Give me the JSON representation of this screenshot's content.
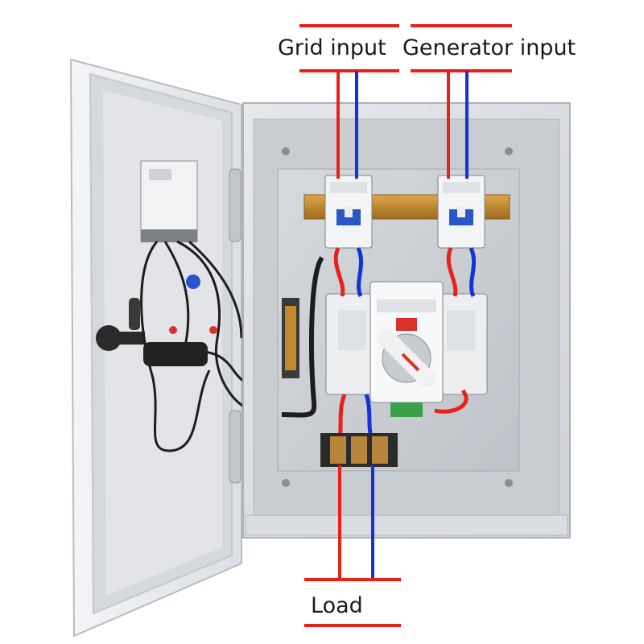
{
  "labels": {
    "grid_input": "Grid input",
    "generator_input": "Generator input",
    "load": "Load"
  },
  "colors": {
    "live_wire": "#e8221a",
    "neutral_wire": "#1432d8",
    "cabinet": "#e9ebee",
    "panel": "#cfd3d8",
    "din_rail": "#c98a2a",
    "switch_handle_accent": "#d8332a"
  },
  "icons": {
    "breaker": "breaker-icon",
    "transfer_switch": "dual-power-transfer-switch-icon",
    "terminal_block": "terminal-block-icon",
    "relay": "relay-icon"
  }
}
